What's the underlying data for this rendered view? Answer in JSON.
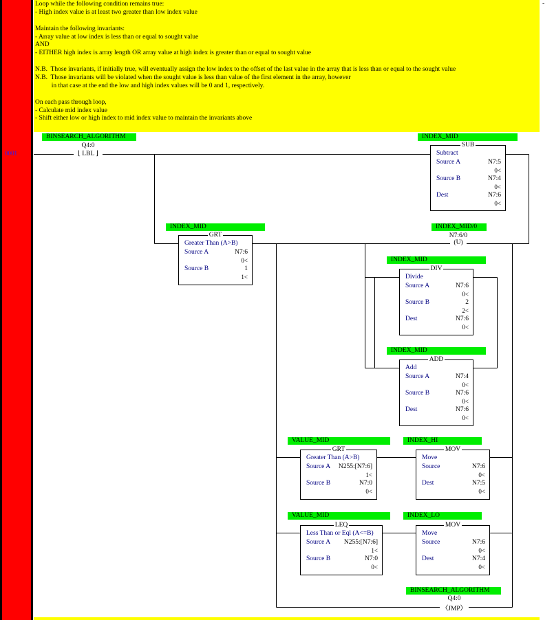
{
  "rung": {
    "number": "0001"
  },
  "right_mark": "-",
  "comment_lines": [
    "Loop while the following condition remains true:",
    "- High index value is at least two greater than low index value",
    "",
    "Maintain the following invariants:",
    "- Array value at low index is less than or equal to sought value",
    "AND",
    "- EITHER high index is array length OR array value at high index is greater than or equal to sought value",
    "",
    "N.B.  Those invariants, if initially true, will eventually assign the low index to the offset of the last value in the array that is less than or equal to the sought value",
    "N.B.  Those invariants will be violated when the sought value is less than value of the first element in the array, however",
    "          in that case at the end the low and high index values will be 0 and 1, respectively.",
    "",
    "On each pass through loop,",
    "- Calculate mid index value",
    "- Shift either low or high index to mid index value to maintain the invariants above"
  ],
  "lbl": {
    "tag": "BINSEARCH_ALGORITHM",
    "address": "Q4:0",
    "text": "LBL"
  },
  "sub": {
    "tag": "INDEX_MID",
    "name": "SUB",
    "desc": "Subtract",
    "rows": [
      {
        "label": "Source A",
        "addr": "N7:5",
        "val": "0<"
      },
      {
        "label": "Source B",
        "addr": "N7:4",
        "val": "0<"
      },
      {
        "label": "Dest",
        "addr": "N7:6",
        "val": "0<"
      }
    ]
  },
  "grt1": {
    "tag": "INDEX_MID",
    "name": "GRT",
    "desc": "Greater Than (A>B)",
    "rows": [
      {
        "label": "Source A",
        "addr": "N7:6",
        "val": "0<"
      },
      {
        "label": "Source B",
        "addr": "1",
        "val": "1<"
      }
    ]
  },
  "otu": {
    "tag": "INDEX_MID/0",
    "address": "N7:6/0",
    "text": "U"
  },
  "div": {
    "tag": "INDEX_MID",
    "name": "DIV",
    "desc": "Divide",
    "rows": [
      {
        "label": "Source A",
        "addr": "N7:6",
        "val": "0<"
      },
      {
        "label": "Source B",
        "addr": "2",
        "val": "2<"
      },
      {
        "label": "Dest",
        "addr": "N7:6",
        "val": "0<"
      }
    ]
  },
  "add": {
    "tag": "INDEX_MID",
    "name": "ADD",
    "desc": "Add",
    "rows": [
      {
        "label": "Source A",
        "addr": "N7:4",
        "val": "0<"
      },
      {
        "label": "Source B",
        "addr": "N7:6",
        "val": "0<"
      },
      {
        "label": "Dest",
        "addr": "N7:6",
        "val": "0<"
      }
    ]
  },
  "grt2": {
    "tag": "VALUE_MID",
    "name": "GRT",
    "desc": "Greater Than (A>B)",
    "rows": [
      {
        "label": "Source A",
        "addr": "N255:[N7:6]",
        "val": "1<"
      },
      {
        "label": "Source B",
        "addr": "N7:0",
        "val": "0<"
      }
    ]
  },
  "mov_hi": {
    "tag": "INDEX_HI",
    "name": "MOV",
    "desc": "Move",
    "rows": [
      {
        "label": "Source",
        "addr": "N7:6",
        "val": "0<"
      },
      {
        "label": "Dest",
        "addr": "N7:5",
        "val": "0<"
      }
    ]
  },
  "leq": {
    "tag": "VALUE_MID",
    "name": "LEQ",
    "desc": "Less Than or Eql (A<=B)",
    "rows": [
      {
        "label": "Source A",
        "addr": "N255:[N7:6]",
        "val": "1<"
      },
      {
        "label": "Source B",
        "addr": "N7:0",
        "val": "0<"
      }
    ]
  },
  "mov_lo": {
    "tag": "INDEX_LO",
    "name": "MOV",
    "desc": "Move",
    "rows": [
      {
        "label": "Source",
        "addr": "N7:6",
        "val": "0<"
      },
      {
        "label": "Dest",
        "addr": "N7:4",
        "val": "0<"
      }
    ]
  },
  "jmp": {
    "tag": "BINSEARCH_ALGORITHM",
    "address": "Q4:0",
    "text": "JMP"
  },
  "colors": {
    "rail": "#ff0000",
    "comment": "#ffff00",
    "tag": "#00ee00",
    "label_text": "#000080"
  }
}
